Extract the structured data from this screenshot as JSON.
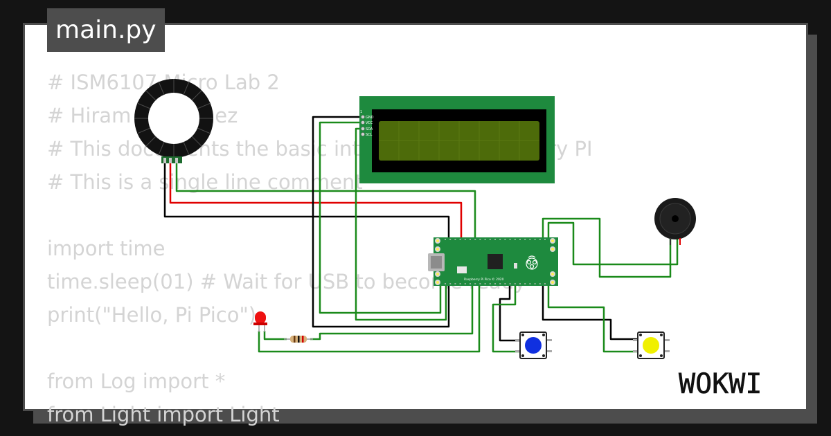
{
  "file": {
    "name": "main.py"
  },
  "code_lines": [
    "# ISM6107 Micro Lab 2",
    "# Hiram Rodriguez",
    "# This documents the basic interfaces of Raspberry PI",
    "# This is a single line comment",
    "",
    "import time",
    "time.sleep(01) # Wait for USB to become ready",
    "print(\"Hello, Pi Pico\")",
    "",
    "from Log import *",
    "from Light import Light"
  ],
  "lcd": {
    "pins": [
      "GND",
      "VCC",
      "SDA",
      "SCL"
    ],
    "pin_header": "1"
  },
  "board": {
    "label": "Raspberry Pi Pico © 2020"
  },
  "branding": {
    "logo_text": "WOKWI"
  },
  "colors": {
    "background": "#141414",
    "frame": "#4d4d4d",
    "card": "#ffffff",
    "code_text": "#d4d4d4",
    "pcb_green": "#1e8a3e",
    "lcd_screen": "#4d6b0a",
    "wire_black": "#000000",
    "wire_red": "#e00000",
    "wire_green": "#1a8a1a",
    "button_blue": "#1030e0",
    "button_yellow": "#f0f000",
    "led_red": "#ee1111"
  },
  "icons": {
    "neopixel_ring": "neopixel-ring-icon",
    "lcd": "lcd-1602-icon",
    "pico": "raspberry-pi-pico-icon",
    "buzzer": "buzzer-icon",
    "led": "led-icon",
    "resistor": "resistor-icon",
    "button_blue": "pushbutton-icon",
    "button_yellow": "pushbutton-icon"
  }
}
